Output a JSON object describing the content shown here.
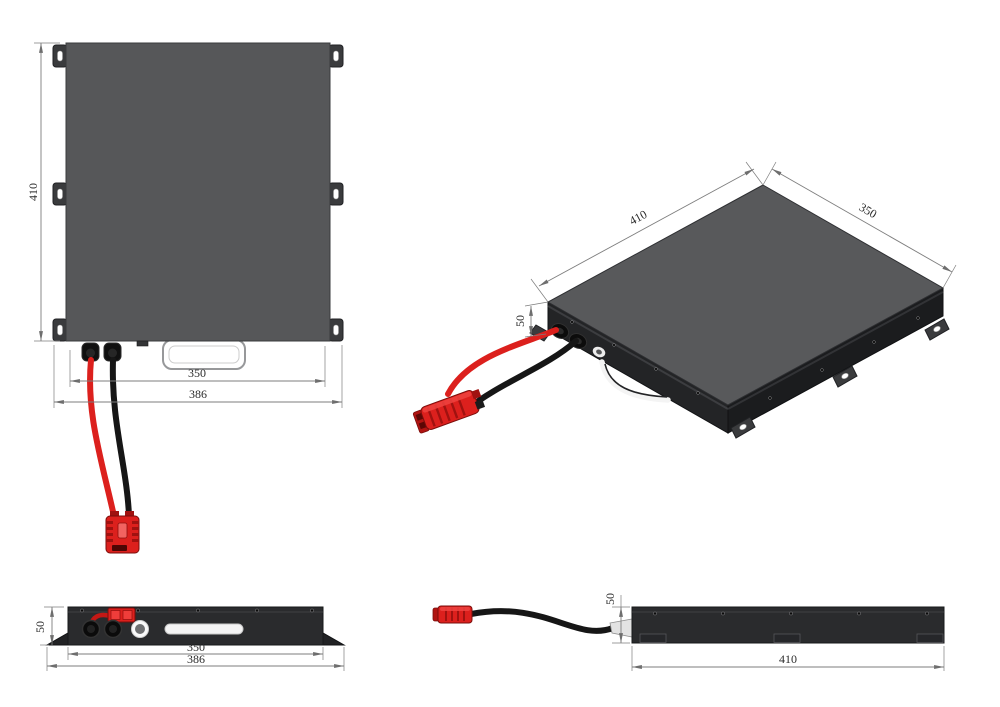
{
  "drawing": {
    "kind": "battery-pack-four-view-technical-drawing",
    "views": {
      "top": {
        "dims": {
          "height": "410",
          "inner_width": "350",
          "overall_width": "386"
        }
      },
      "isometric": {
        "dims": {
          "length": "410",
          "width": "350",
          "height": "50"
        }
      },
      "front": {
        "dims": {
          "height": "50",
          "inner_width": "350",
          "overall_width": "386"
        }
      },
      "side": {
        "dims": {
          "height": "50",
          "length": "410"
        }
      }
    }
  },
  "colors": {
    "background": "#ffffff",
    "panel": "#565759",
    "top_face": "#58595b",
    "front_face": "#232426",
    "side_face": "#1b1c1e",
    "body": "#2a2b2d",
    "tab": "#3a3b3d",
    "red": "#dc201d",
    "red_dark": "#7a0e0c",
    "rib_red": "#a01210",
    "cable_black": "#161616",
    "dim_line": "#7d7d7d",
    "label": "#2b2b2b"
  }
}
